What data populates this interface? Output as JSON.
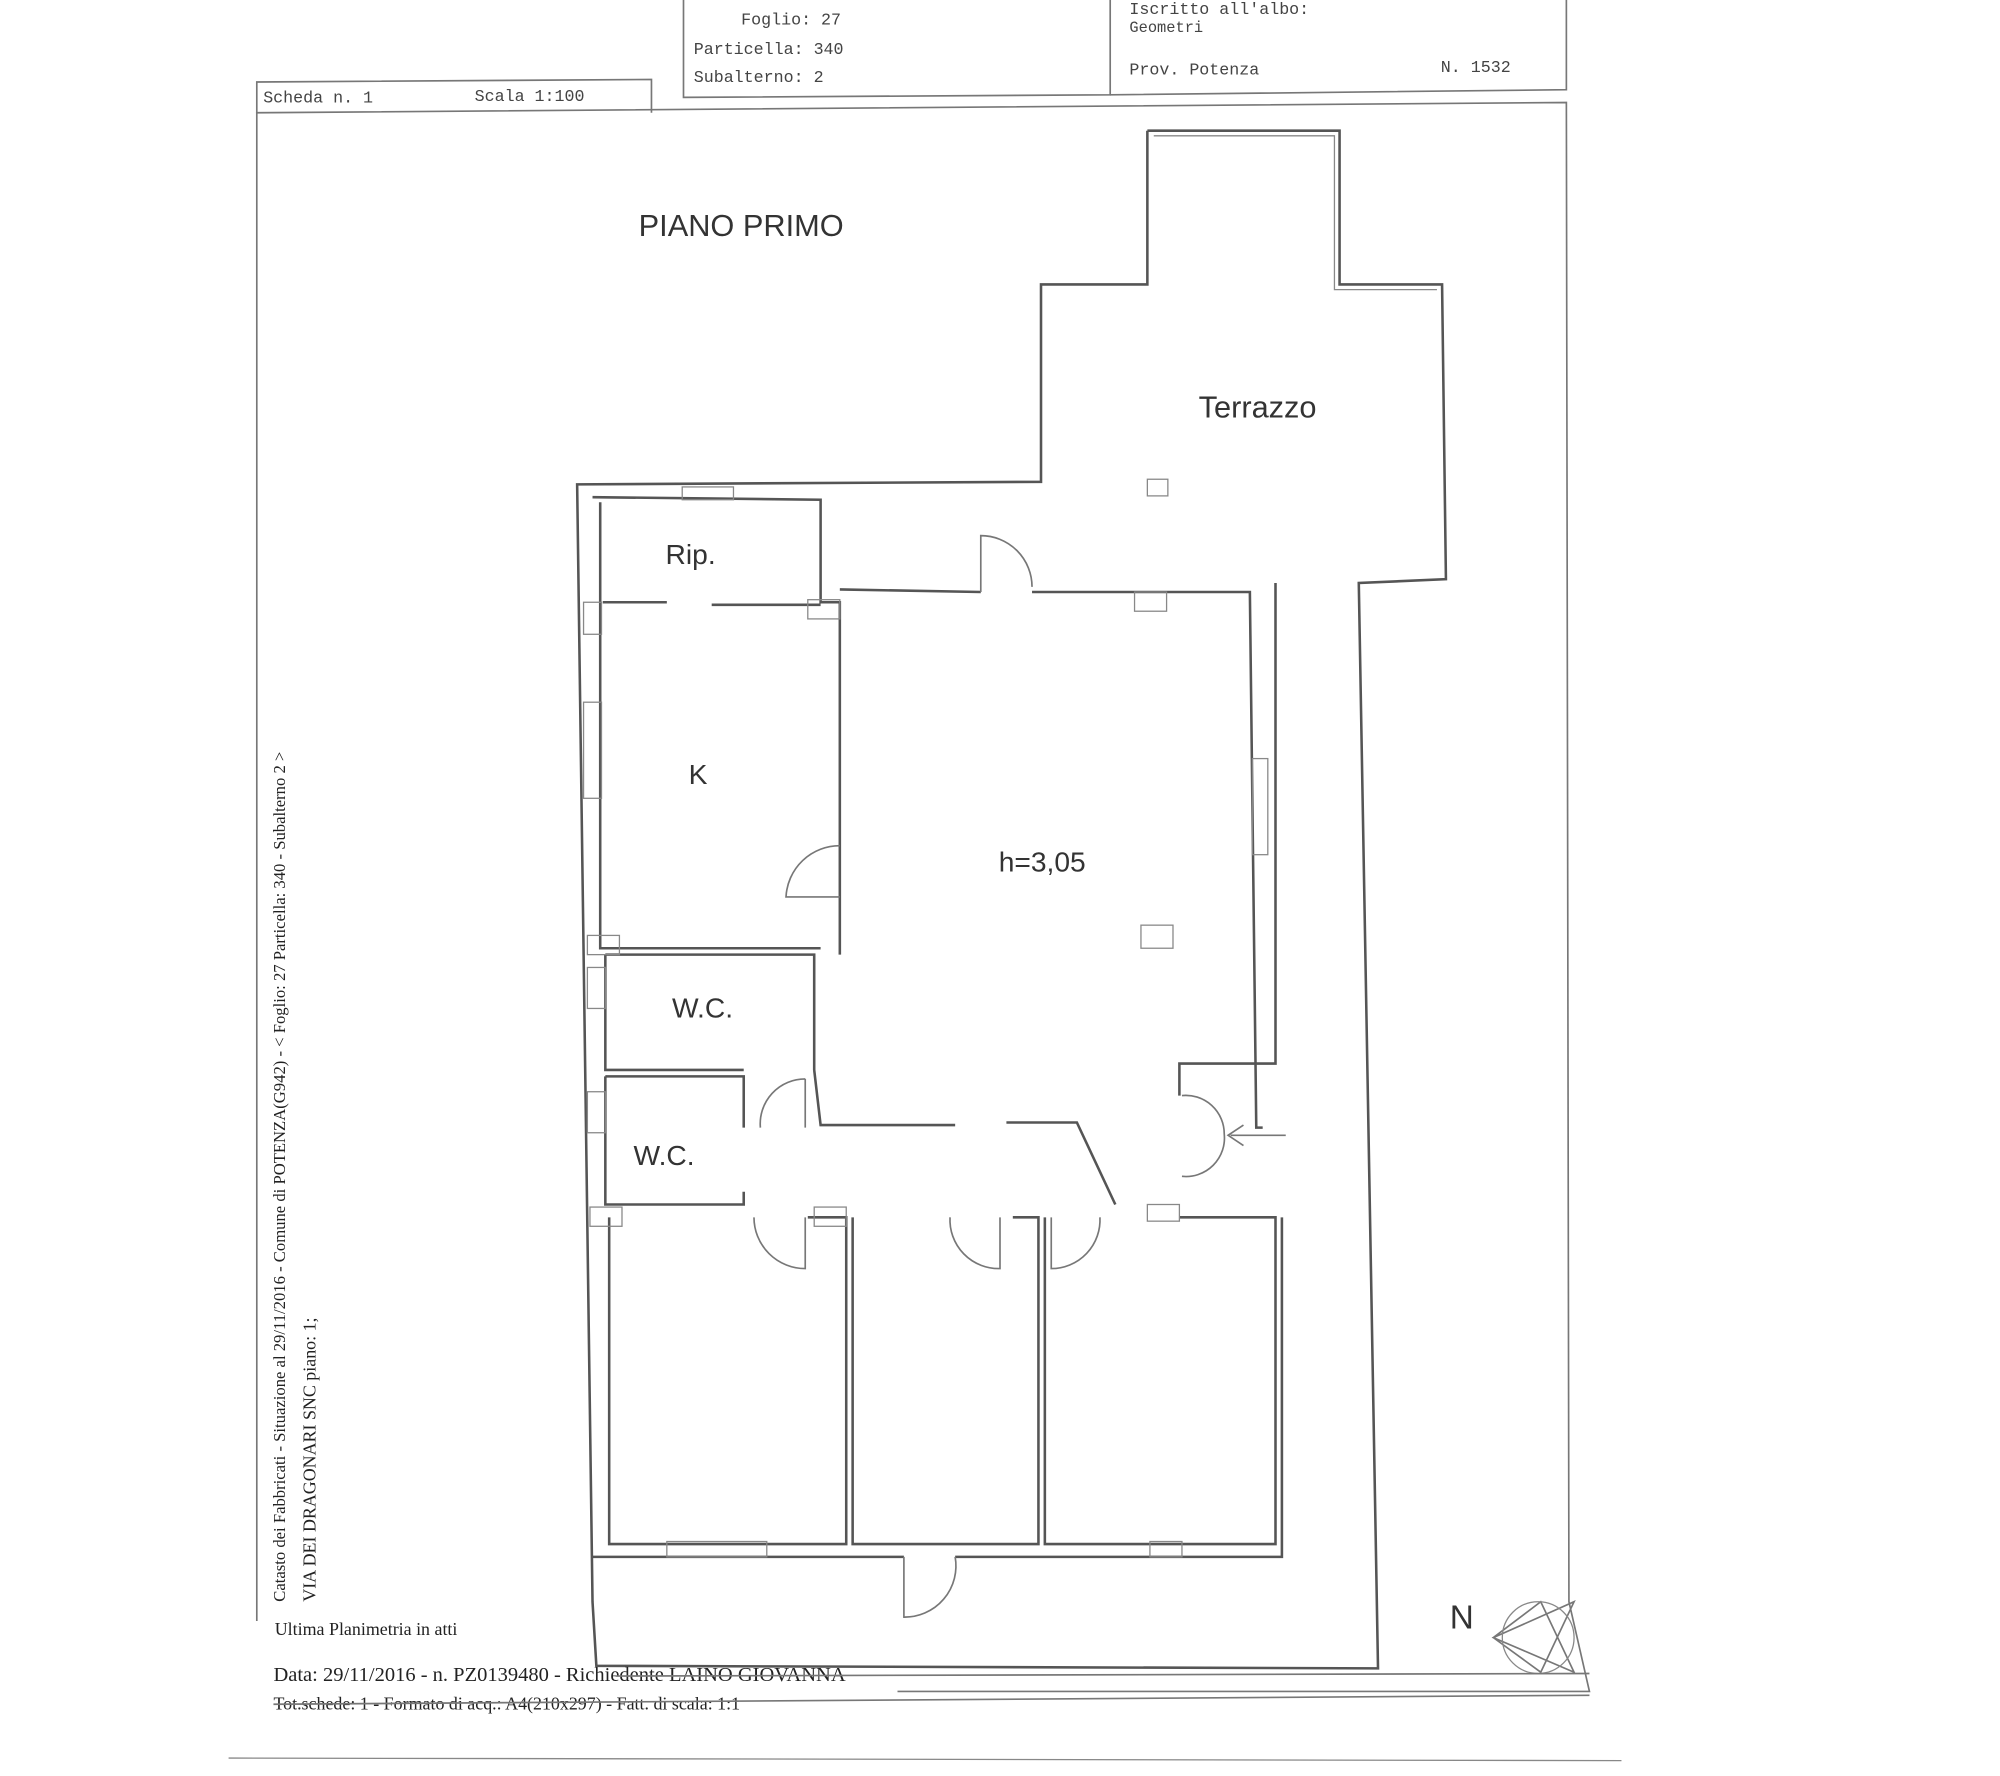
{
  "header": {
    "foglio": "Foglio: 27",
    "particella": "Particella: 340",
    "subalterno": "Subalterno: 2",
    "iscritto": "Iscritto all'albo:",
    "albo": "Geometri",
    "provincia": "Prov. Potenza",
    "numero": "N. 1532"
  },
  "scheda": {
    "scheda": "Scheda n. 1",
    "scala": "Scala 1:100"
  },
  "plan": {
    "floor_title": "PIANO PRIMO",
    "rooms": {
      "terrace": "Terrazzo",
      "storage": "Rip.",
      "kitchen": "K",
      "living": "h=3,05",
      "wc1": "W.C.",
      "wc2": "W.C."
    },
    "north": "N"
  },
  "side": {
    "line1": "Catasto dei Fabbricati - Situazione al 29/11/2016 - Comune di POTENZA(G942) - < Foglio: 27 Particella: 340 - Subalterno 2 >",
    "line2": "VIA DEI DRAGONARI SNC piano: 1;"
  },
  "footer": {
    "ultima": "Ultima Planimetria in atti",
    "data": "Data: 29/11/2016 - n. PZ0139480 - Richiedente LAINO GIOVANNA",
    "tot": "Tot.schede: 1 - Formato di acq.: A4(210x297) - Fatt. di scala: 1:1"
  }
}
